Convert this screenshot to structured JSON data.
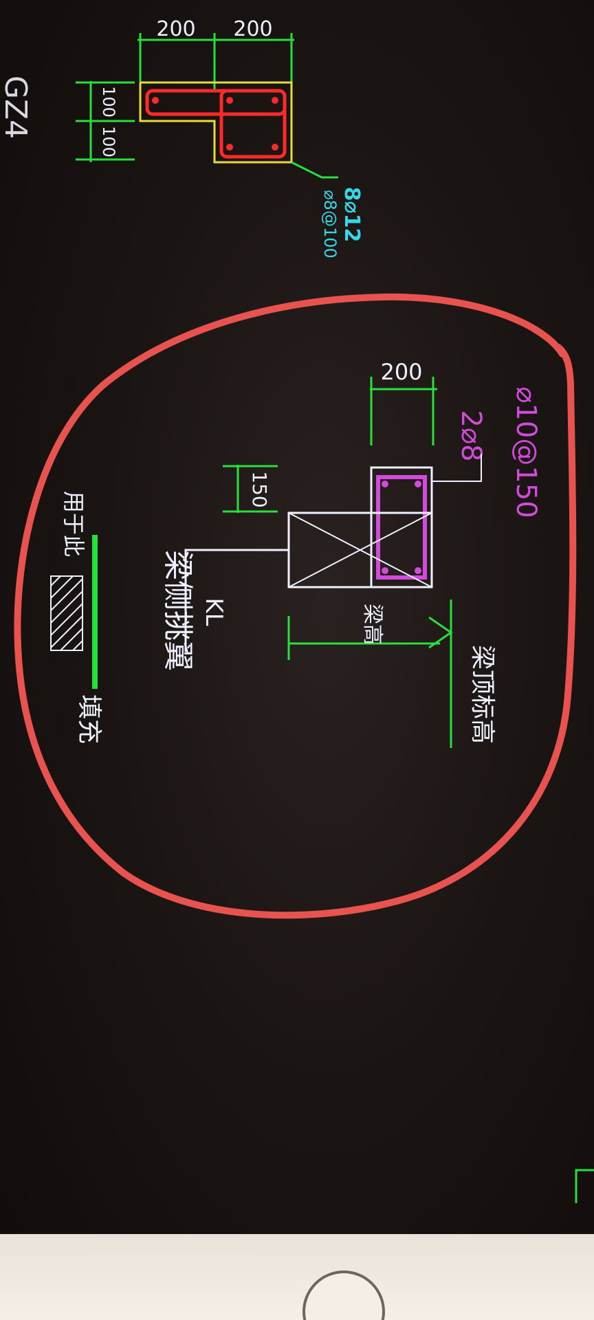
{
  "sheet": {
    "sheet_label": "GZ4"
  },
  "section_detail": {
    "dim_top_left": "200",
    "dim_top_right": "200",
    "dim_side_a": "100",
    "dim_side_b": "100",
    "rebar_callout_line1": "8⌀12",
    "rebar_callout_line2": "⌀8@100"
  },
  "cantilever_detail": {
    "wing_width_dim": "200",
    "stirrup_label": "⌀10@150",
    "bar_label": "2⌀8",
    "offset_dim": "150",
    "beam_tag": "KL",
    "beam_height_label": "梁高",
    "beam_top_elevation_label": "梁顶标高",
    "detail_title": "梁侧挑翼",
    "legend_note": "用于此",
    "legend_fill_label": "填充"
  },
  "annotation": {
    "highlight_color": "#e8524f"
  },
  "colors": {
    "dim_green": "#28e03a",
    "text_white": "#eef1ff",
    "magenta": "#d24bdc",
    "cyan": "#35d8e6",
    "red_rebar": "#ff2a2a",
    "yellow_outline": "#e6dc3c"
  }
}
